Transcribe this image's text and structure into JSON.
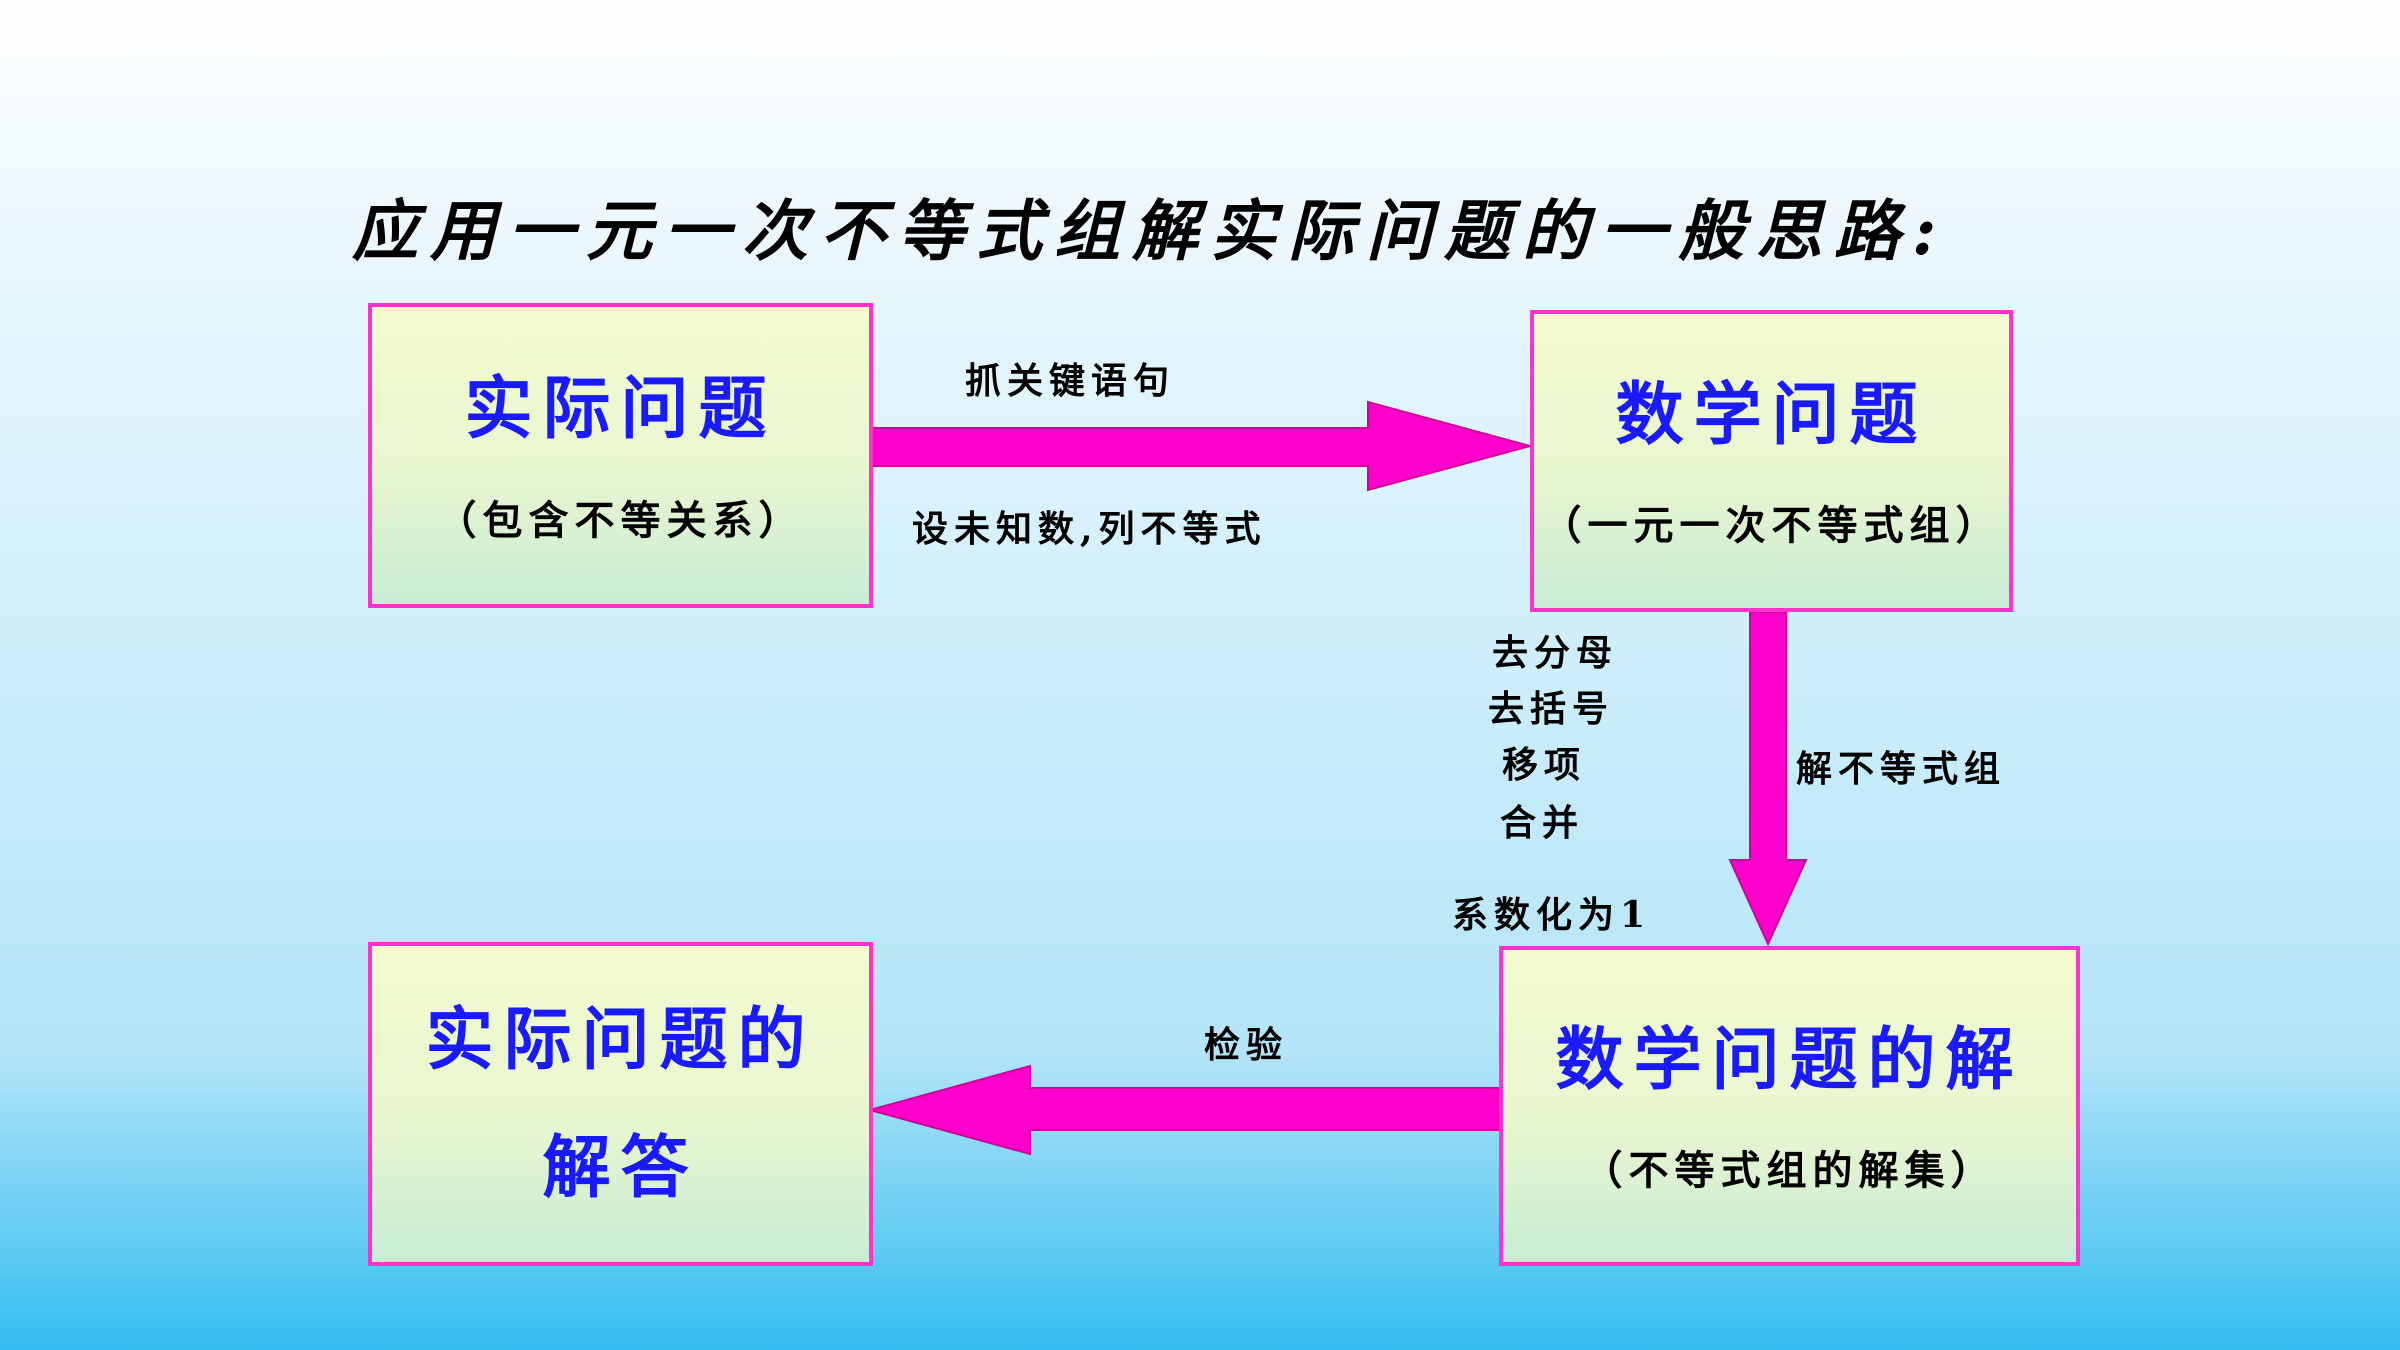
{
  "title": "应用一元一次不等式组解实际问题的一般思路:",
  "boxes": {
    "real_problem": {
      "title": "实际问题",
      "subtitle": "（包含不等关系）"
    },
    "math_problem": {
      "title": "数学问题",
      "subtitle": "（一元一次不等式组）"
    },
    "math_solution": {
      "title": "数学问题的解",
      "subtitle": "（不等式组的解集）"
    },
    "real_answer": {
      "title_line1": "实际问题的",
      "title_line2": "解答"
    }
  },
  "arrow_labels": {
    "top_above": "抓关键语句",
    "top_below": "设未知数,列不等式",
    "right_side": "解不等式组",
    "steps": [
      "去分母",
      "去括号",
      "移项",
      "合并",
      "系数化为1"
    ],
    "bottom": "检验"
  },
  "colors": {
    "arrow": "#ff00cc",
    "box_border": "#ff33cc",
    "box_title": "#1a1aff"
  }
}
